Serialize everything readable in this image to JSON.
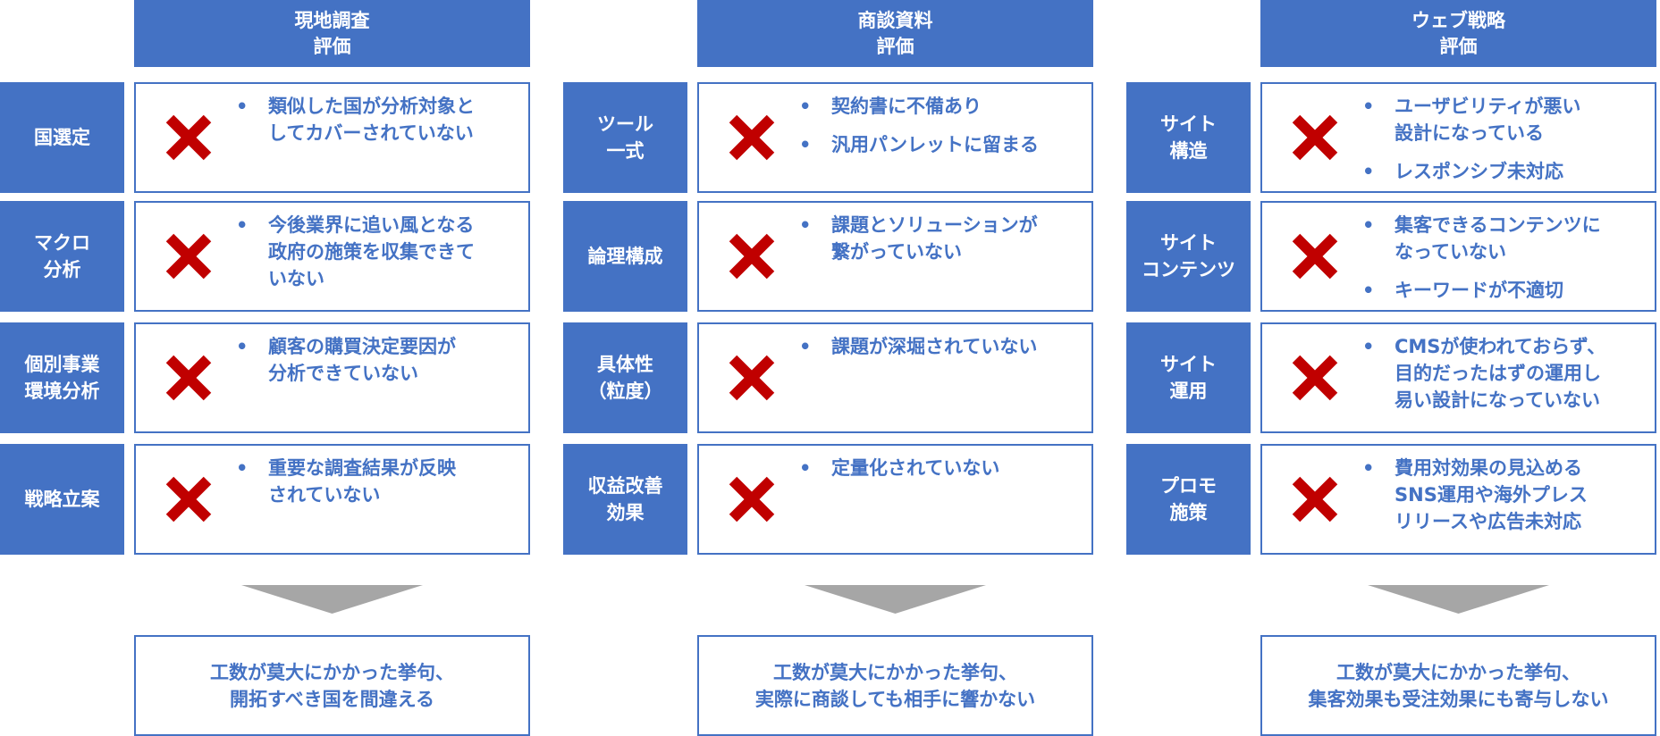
{
  "colors": {
    "accent": "#4472c4",
    "cross": "#c00000",
    "arrow": "#a6a6a6"
  },
  "columns": [
    {
      "header": [
        "現地調査",
        "評価"
      ],
      "rows": [
        {
          "label": [
            "国選定"
          ],
          "bullets": [
            [
              "類似した国が分析対象と",
              "してカバーされていない"
            ]
          ]
        },
        {
          "label": [
            "マクロ",
            "分析"
          ],
          "bullets": [
            [
              "今後業界に追い風となる",
              "政府の施策を収集できて",
              "いない"
            ]
          ]
        },
        {
          "label": [
            "個別事業",
            "環境分析"
          ],
          "bullets": [
            [
              "顧客の購買決定要因が",
              "分析できていない"
            ]
          ]
        },
        {
          "label": [
            "戦略立案"
          ],
          "bullets": [
            [
              "重要な調査結果が反映",
              "されていない"
            ]
          ]
        }
      ],
      "conclusion": [
        "工数が莫大にかかった挙句、",
        "開拓すべき国を間違える"
      ]
    },
    {
      "header": [
        "商談資料",
        "評価"
      ],
      "rows": [
        {
          "label": [
            "ツール",
            "一式"
          ],
          "bullets": [
            [
              "契約書に不備あり"
            ],
            [
              "汎用パンレットに留まる"
            ]
          ]
        },
        {
          "label": [
            "論理構成"
          ],
          "bullets": [
            [
              "課題とソリューションが",
              "繋がっていない"
            ]
          ]
        },
        {
          "label": [
            "具体性",
            "（粒度）"
          ],
          "bullets": [
            [
              "課題が深堀されていない"
            ]
          ]
        },
        {
          "label": [
            "収益改善",
            "効果"
          ],
          "bullets": [
            [
              "定量化されていない"
            ]
          ]
        }
      ],
      "conclusion": [
        "工数が莫大にかかった挙句、",
        "実際に商談しても相手に響かない"
      ]
    },
    {
      "header": [
        "ウェブ戦略",
        "評価"
      ],
      "rows": [
        {
          "label": [
            "サイト",
            "構造"
          ],
          "bullets": [
            [
              "ユーザビリティが悪い",
              "設計になっている"
            ],
            [
              "レスポンシブ未対応"
            ]
          ]
        },
        {
          "label": [
            "サイト",
            "コンテンツ"
          ],
          "bullets": [
            [
              "集客できるコンテンツに",
              "なっていない"
            ],
            [
              "キーワードが不適切"
            ]
          ]
        },
        {
          "label": [
            "サイト",
            "運用"
          ],
          "bullets": [
            [
              "CMSが使われておらず、",
              "目的だったはずの運用し",
              "易い設計になっていない"
            ]
          ]
        },
        {
          "label": [
            "プロモ",
            "施策"
          ],
          "bullets": [
            [
              "費用対効果の見込める",
              "SNS運用や海外プレス",
              "リリースや広告未対応"
            ]
          ]
        }
      ],
      "conclusion": [
        "工数が莫大にかかった挙句、",
        "集客効果も受注効果にも寄与しない"
      ]
    }
  ]
}
